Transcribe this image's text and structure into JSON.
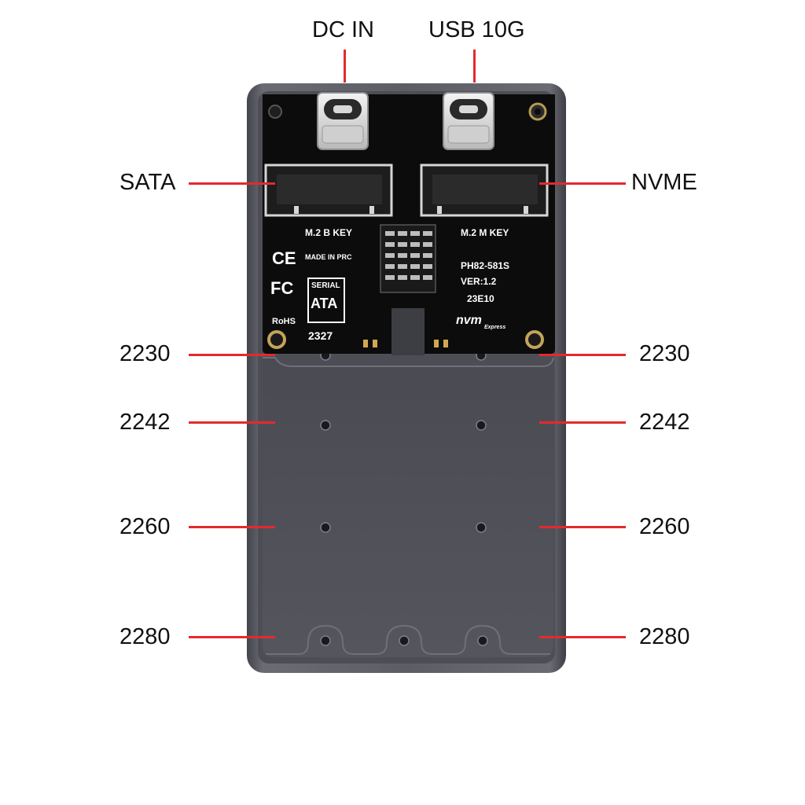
{
  "callouts": {
    "top": [
      "DC IN",
      "USB 10G"
    ],
    "slots": [
      "SATA",
      "NVME"
    ],
    "lengths_left": [
      "2230",
      "2242",
      "2260",
      "2280"
    ],
    "lengths_right": [
      "2230",
      "2242",
      "2260",
      "2280"
    ]
  },
  "pcb": {
    "left_key": "M.2 B KEY",
    "right_key": "M.2 M KEY",
    "ce_mark": "CE",
    "made_in": "MADE IN PRC",
    "fc_mark": "FC",
    "rohs": "RoHS",
    "serial_badge": "SERIAL",
    "serial_ata_logo": "ATA",
    "date_code": "2327",
    "model": "PH82-581S",
    "version": "VER:1.2",
    "batch": "23E10",
    "nvme_logo": "nvm",
    "nvme_logo_sub": "Express"
  },
  "colors": {
    "leader_lines": "#e32a2e",
    "enclosure": "#5a5a62",
    "tray": "#4b4c53",
    "pcb": "#0d0d0d"
  }
}
